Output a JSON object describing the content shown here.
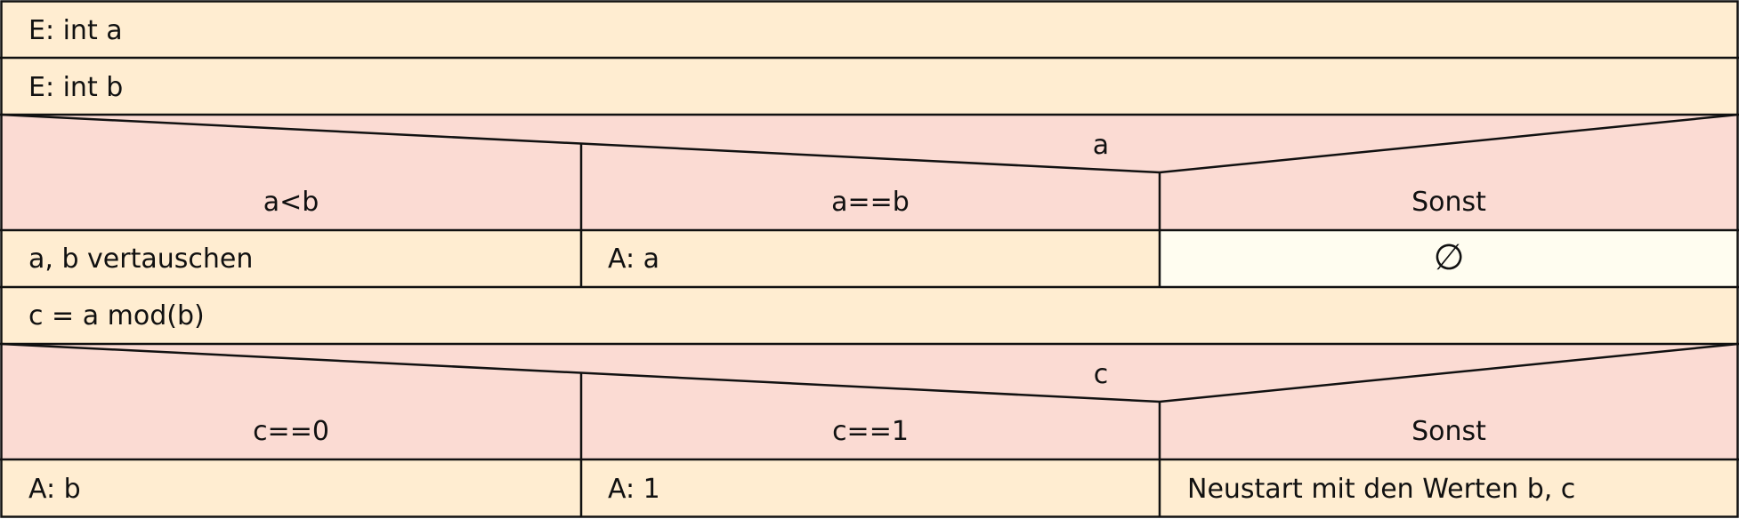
{
  "colors": {
    "statement_fill": "#ffedd1",
    "case_fill": "#fbdbd3",
    "empty_fill": "#fffdf0",
    "line": "#111111",
    "text": "#111111"
  },
  "statements": {
    "input_a": "E: int a",
    "input_b": "E: int b",
    "compute_c": "c = a mod(b)"
  },
  "case_a": {
    "selector": "a",
    "conditions": [
      "a<b",
      "a==b",
      "Sonst"
    ],
    "actions": [
      "a, b vertauschen",
      "A: a",
      ""
    ]
  },
  "case_c": {
    "selector": "c",
    "conditions": [
      "c==0",
      "c==1",
      "Sonst"
    ],
    "actions": [
      "A: b",
      "A: 1",
      "Neustart mit den Werten b, c"
    ]
  },
  "empty_symbol": "∅"
}
